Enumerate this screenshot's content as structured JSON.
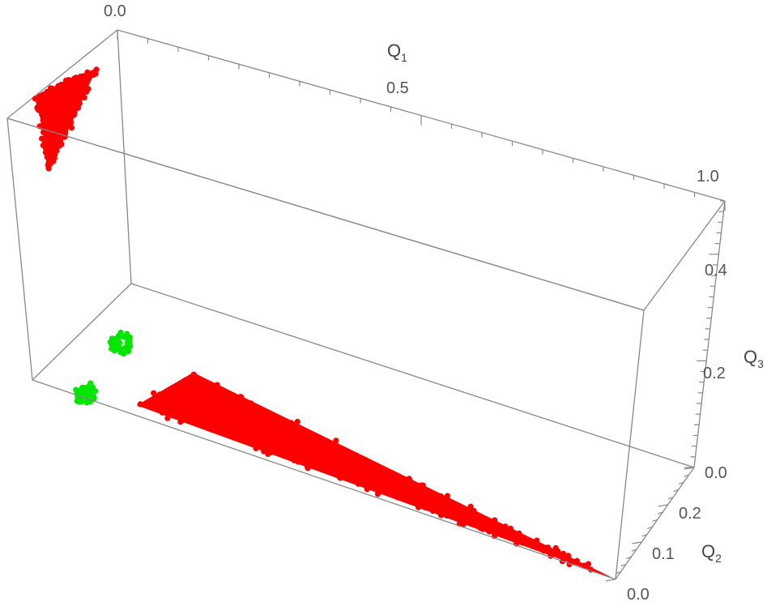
{
  "chart_data": {
    "type": "scatter",
    "dimensions": 3,
    "title": "",
    "axes": {
      "x": {
        "label": "Q",
        "label_sub": "1",
        "range": [
          0,
          1.0
        ],
        "tick_labels": [
          "0.0",
          "0.5",
          "1.0"
        ]
      },
      "y": {
        "label": "Q",
        "label_sub": "2",
        "range": [
          0,
          0.3
        ],
        "tick_labels": [
          "0.0",
          "0.1",
          "0.2"
        ]
      },
      "z": {
        "label": "Q",
        "label_sub": "3",
        "range": [
          0,
          0.5
        ],
        "tick_labels": [
          "0.0",
          "0.2",
          "0.4"
        ]
      }
    },
    "box": true,
    "grid": false,
    "series": [
      {
        "color": "#ff0000",
        "regions": [
          {
            "shape": "filled-triangle",
            "vertices_data": [
              [
                0.0,
                0.24,
                0.46
              ],
              [
                0.0,
                0.08,
                0.5
              ],
              [
                0.06,
                0.0,
                0.42
              ]
            ]
          },
          {
            "shape": "filled-triangle",
            "vertices_data": [
              [
                0.18,
                0.0,
                0.02
              ],
              [
                0.28,
                0.0,
                0.12
              ],
              [
                1.0,
                0.0,
                0.0
              ]
            ]
          }
        ]
      },
      {
        "color": "#00e600",
        "regions": [
          {
            "shape": "patch",
            "center_data": [
              0.16,
              0.0,
              0.13
            ]
          },
          {
            "shape": "patch",
            "center_data": [
              0.09,
              0.0,
              0.01
            ]
          }
        ]
      }
    ]
  }
}
